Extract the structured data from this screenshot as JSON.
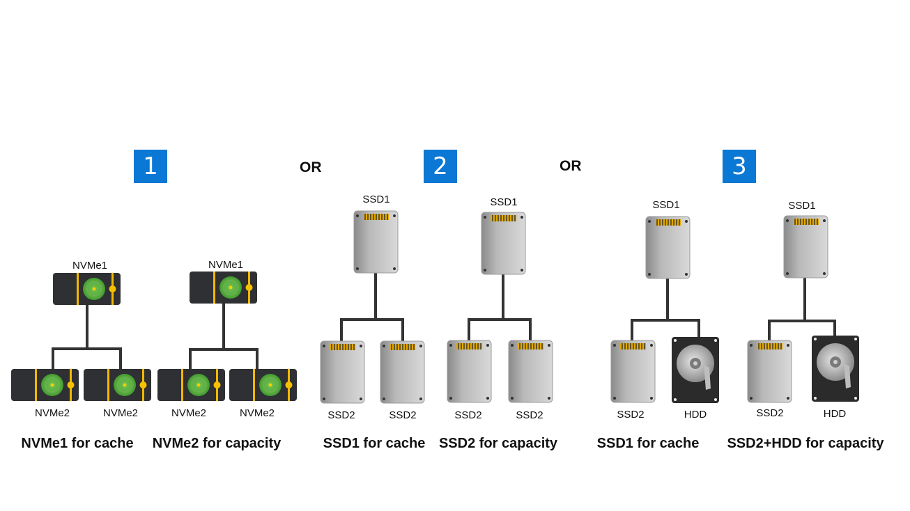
{
  "badges": [
    "1",
    "2",
    "3"
  ],
  "or_labels": [
    "OR",
    "OR"
  ],
  "colors": {
    "badge": "#0a78d4",
    "connector": "#333333",
    "nvme_body": "#2f3033",
    "nvme_stripe": "#f5b800",
    "nvme_disc": "#5bb543",
    "ssd_body": "#a8a8a8",
    "ssd_connector": "#e0a800",
    "hdd_body": "#2b2b2b"
  },
  "group1": {
    "left": {
      "top": "NVMe1",
      "bottom_a": "NVMe2",
      "bottom_b": "NVMe2",
      "caption": "NVMe1  for cache"
    },
    "right": {
      "top": "NVMe1",
      "bottom_a": "NVMe2",
      "bottom_b": "NVMe2",
      "caption": "NVMe2  for capacity"
    }
  },
  "group2": {
    "left": {
      "top": "SSD1",
      "bottom_a": "SSD2",
      "bottom_b": "SSD2",
      "caption": "SSD1  for cache"
    },
    "right": {
      "top": "SSD1",
      "bottom_a": "SSD2",
      "bottom_b": "SSD2",
      "caption": "SSD2  for capacity"
    }
  },
  "group3": {
    "left": {
      "top": "SSD1",
      "bottom_a": "SSD2",
      "bottom_b": "HDD",
      "caption": "SSD1  for cache"
    },
    "right": {
      "top": "SSD1",
      "bottom_a": "SSD2",
      "bottom_b": "HDD",
      "caption": "SSD2+HDD  for capacity"
    }
  }
}
